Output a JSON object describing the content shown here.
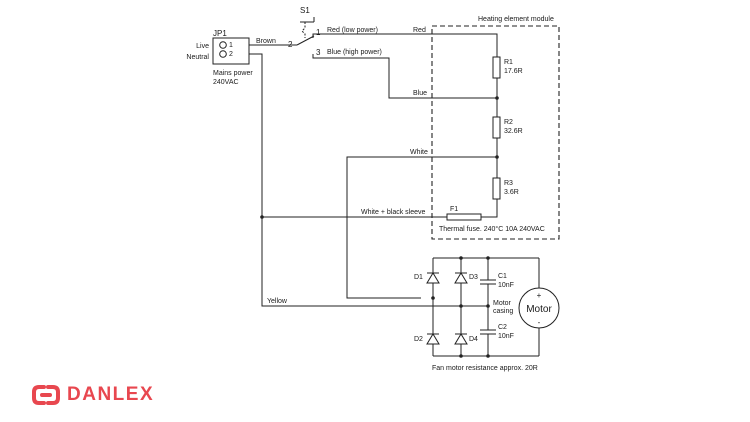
{
  "connector": {
    "ref": "JP1",
    "pin1": "1",
    "pin2": "2",
    "live": "Live",
    "neutral": "Neutral",
    "caption_line1": "Mains power",
    "caption_line2": "240VAC"
  },
  "switch": {
    "ref": "S1",
    "pin1": "1",
    "pin2": "2",
    "pin3": "3"
  },
  "wires": {
    "brown": "Brown",
    "red_low": "Red (low power)",
    "blue_high": "Blue (high power)",
    "red": "Red",
    "blue": "Blue",
    "white": "White",
    "white_black": "White + black sleeve",
    "yellow": "Yellow"
  },
  "heating_module": {
    "title": "Heating element module",
    "resistors": [
      {
        "ref": "R1",
        "value": "17.6R"
      },
      {
        "ref": "R2",
        "value": "32.6R"
      },
      {
        "ref": "R3",
        "value": "3.6R"
      }
    ],
    "fuse": {
      "ref": "F1",
      "caption": "Thermal fuse. 240°C 10A 240VAC"
    }
  },
  "motor_section": {
    "diodes": [
      "D1",
      "D2",
      "D3",
      "D4"
    ],
    "capacitors": [
      {
        "ref": "C1",
        "value": "10nF"
      },
      {
        "ref": "C2",
        "value": "10nF"
      }
    ],
    "motor_label": "Motor",
    "plus": "+",
    "minus": "-",
    "casing_line1": "Motor",
    "casing_line2": "casing",
    "caption": "Fan motor resistance approx. 20R"
  },
  "brand": {
    "name": "DANLEX",
    "color": "#e8474f"
  }
}
